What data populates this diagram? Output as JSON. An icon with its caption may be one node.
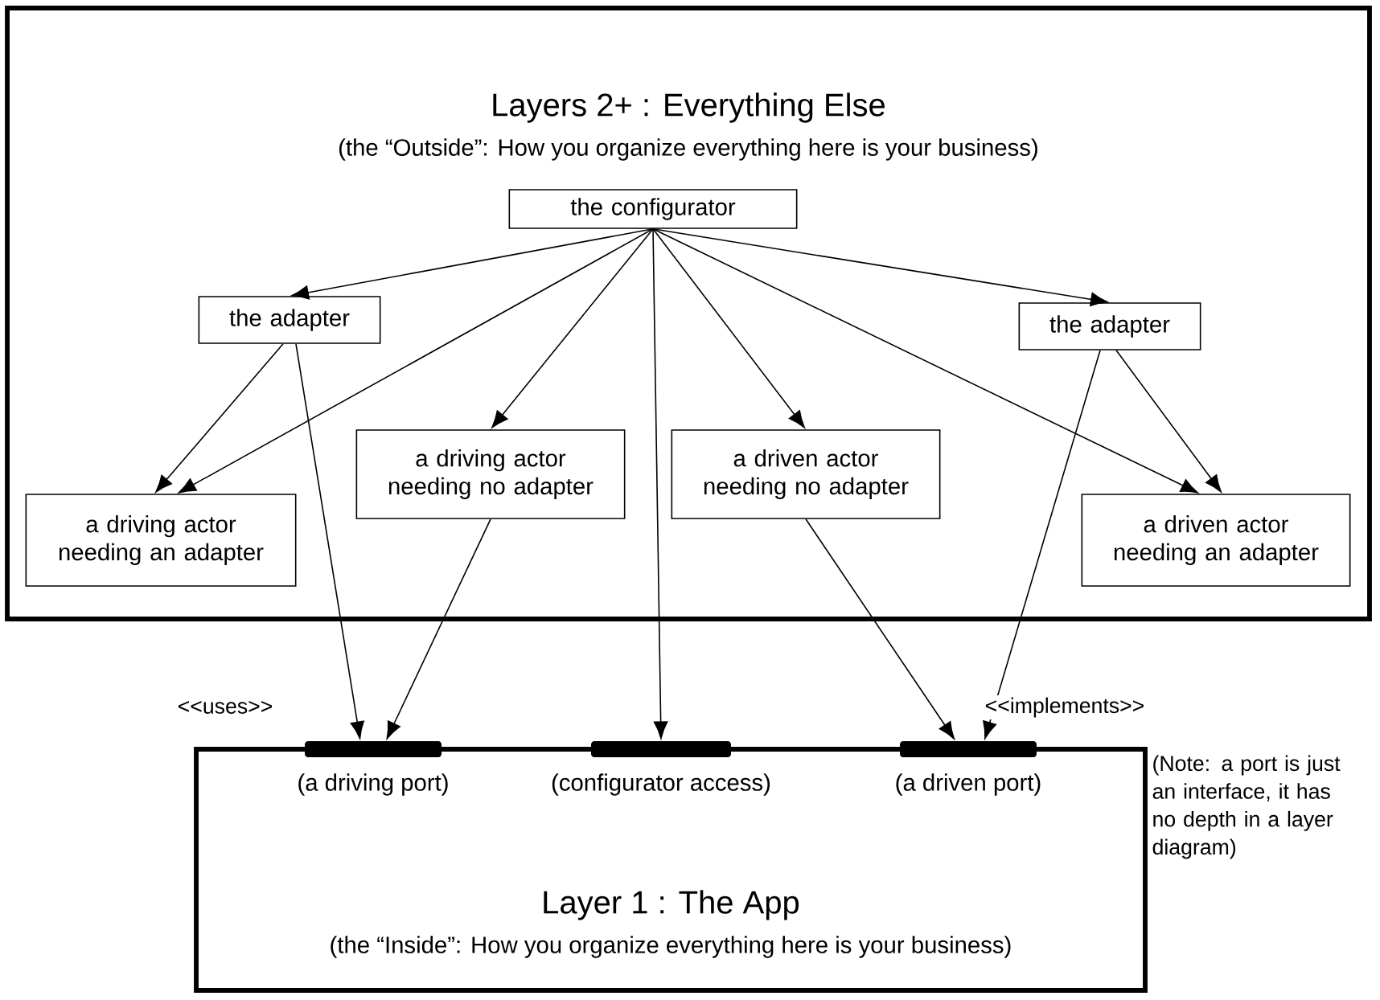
{
  "diagram": {
    "nodes": [
      {
        "text": [
          "Layers 2+ : Everything Else",
          "(the “Outside”: How you organize everything here is your business)"
        ]
      },
      {
        "text": [
          "the configurator"
        ],
        "in": 0
      },
      {
        "text": [
          "the adapter"
        ],
        "in": 0
      },
      {
        "text": [
          "the adapter"
        ],
        "in": 0
      },
      {
        "text": [
          "a driving actor needing no adapter"
        ],
        "in": 0
      },
      {
        "text": [
          "a driven actor needing no adapter"
        ],
        "in": 0
      },
      {
        "text": [
          "a driving actor needing an adapter"
        ],
        "in": 0
      },
      {
        "text": [
          "a driven actor needing an adapter"
        ],
        "in": 0
      },
      {
        "text": [
          "Layer 1 : The App",
          "(the “Inside”: How you organize everything here is your business)"
        ]
      },
      {
        "text": [
          "(a driving port)"
        ]
      },
      {
        "text": [
          "(configurator access)"
        ]
      },
      {
        "text": [
          "(a driven port)"
        ]
      }
    ],
    "edges": [
      {
        "from": 1,
        "to": 2,
        "arrow": "to"
      },
      {
        "from": 1,
        "to": 6,
        "arrow": "to"
      },
      {
        "from": 1,
        "to": 4,
        "arrow": "to"
      },
      {
        "from": 1,
        "to": 10,
        "arrow": "to"
      },
      {
        "from": 1,
        "to": 5,
        "arrow": "to"
      },
      {
        "from": 1,
        "to": 7,
        "arrow": "to"
      },
      {
        "from": 1,
        "to": 3,
        "arrow": "to"
      },
      {
        "from": 2,
        "to": 6,
        "arrow": "to"
      },
      {
        "from": 2,
        "to": 9,
        "arrow": "to"
      },
      {
        "from": 4,
        "to": 9,
        "arrow": "to"
      },
      {
        "from": 5,
        "to": 11,
        "arrow": "to"
      },
      {
        "from": 3,
        "to": 7,
        "arrow": "to"
      },
      {
        "from": 3,
        "to": 11,
        "arrow": "to"
      }
    ],
    "labels": [
      "<<uses>>",
      "<<implements>>",
      "(Note: a port is just an interface, it has no depth in a layer diagram)"
    ]
  }
}
